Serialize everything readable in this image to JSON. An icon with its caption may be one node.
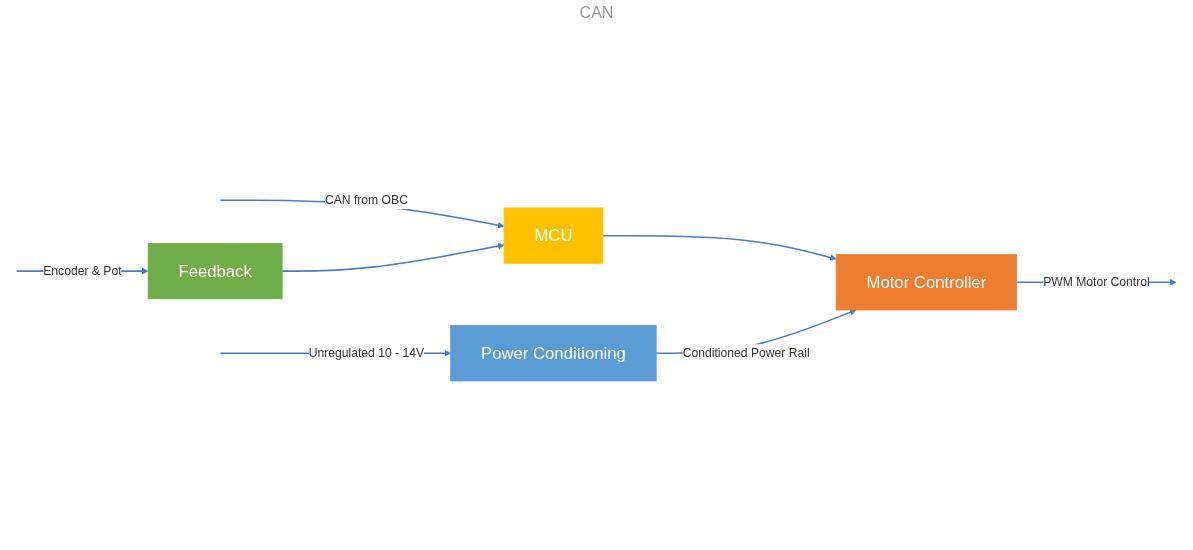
{
  "diagram": {
    "nodes": [
      {
        "text": [
          "Power Conditioning"
        ]
      },
      {
        "text": [
          "MCU"
        ]
      },
      {
        "text": [
          "Feedback"
        ]
      },
      {
        "text": [
          "Motor Controller"
        ]
      }
    ],
    "edges": [
      {
        "from": null,
        "to": 1,
        "arrow": "to",
        "label": "CAN from OBC"
      },
      {
        "from": null,
        "to": 2,
        "arrow": "to",
        "label": "Encoder & Pot"
      },
      {
        "from": null,
        "to": 0,
        "arrow": "to",
        "label": "Unregulated 10 - 14V"
      },
      {
        "from": 2,
        "to": 1,
        "arrow": "to"
      },
      {
        "from": 1,
        "to": 3,
        "arrow": "to"
      },
      {
        "from": 0,
        "to": 3,
        "arrow": "to",
        "label": "Conditioned Power Rail"
      },
      {
        "from": 3,
        "to": null,
        "arrow": "to",
        "label": "PWM Motor Control"
      }
    ],
    "labels": [
      "CAN"
    ]
  }
}
